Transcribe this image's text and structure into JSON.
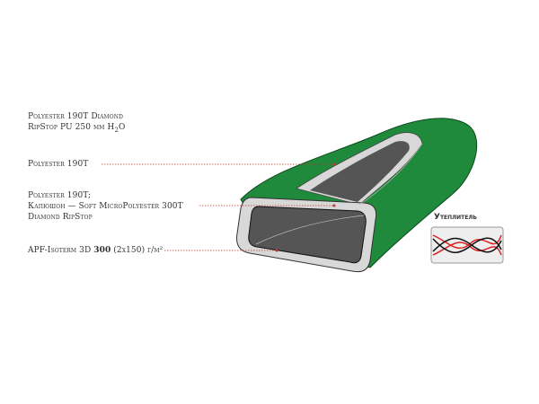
{
  "labels": {
    "outer_fabric_line1": "Polyester 190T Diamond",
    "outer_fabric_line2": "RipStop PU 250 мм H",
    "outer_fabric_sub": "2",
    "outer_fabric_end": "O",
    "lining": "Polyester 190T",
    "hood_line1": "Polyester 190T;",
    "hood_line2": "Капюшон — Soft MicroPolyester 300T",
    "hood_line3": "Diamond RipStop",
    "insulation_prefix": "APF-Isoterm 3D ",
    "insulation_bold": "300",
    "insulation_suffix": " (2x150) г/м²"
  },
  "insulation_inset": {
    "title": "Утеплитель"
  },
  "colors": {
    "shell": "#1f8a3c",
    "filling": "#d8d8d8",
    "inner": "#555555",
    "leader": "#c0392b"
  }
}
